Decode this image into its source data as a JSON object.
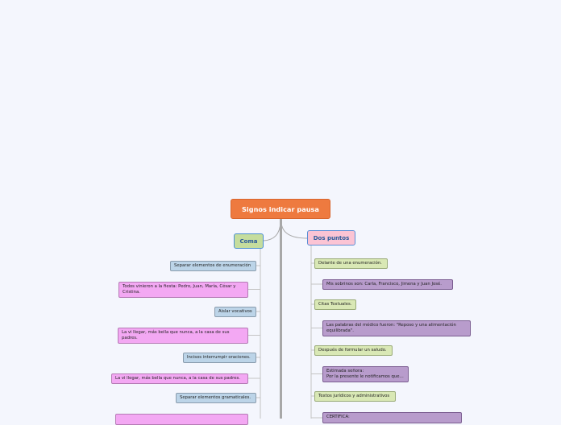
{
  "central": "Signos indicar pausa",
  "branches": {
    "left": "Coma",
    "right": "Dos puntos"
  },
  "left_nodes": [
    {
      "text": "Separar elementos de enumeración",
      "style": "blue"
    },
    {
      "text": "Todos vinieron a la fiesta: Pedro, Juan, María, César y Cristina.",
      "style": "pink"
    },
    {
      "text": "Aislar vocativos",
      "style": "blue"
    },
    {
      "text": "La vi llegar, más bella que nunca, a la casa de sus padres.",
      "style": "pink"
    },
    {
      "text": "Incisos interrumpir oraciones.",
      "style": "blue"
    },
    {
      "text": "La vi llegar, más bella que nunca, a la casa de sus padres.",
      "style": "pink"
    },
    {
      "text": "Separar elementos gramaticales.",
      "style": "blue"
    },
    {
      "text": "",
      "style": "pink"
    }
  ],
  "right_nodes": [
    {
      "text": "Delante de una enumeración.",
      "style": "green"
    },
    {
      "text": "Mis sobrinos son: Carla, Francisco, Jimena y Juan José.",
      "style": "purple"
    },
    {
      "text": "Citas Textuales.",
      "style": "green"
    },
    {
      "text": "Las palabras del médico fueron: \"Reposo y una alimentación equilibrada\".",
      "style": "purple"
    },
    {
      "text": "Después de formular un saludo.",
      "style": "green"
    },
    {
      "text": "Estimada señora:\nPor la presente le notificamos que…",
      "style": "purple"
    },
    {
      "text": "Textos jurídicos y administrativos",
      "style": "green"
    },
    {
      "text": "CERTIFICA:",
      "style": "purple"
    }
  ],
  "colors": {
    "background": "#f4f6fd",
    "central": "#ee7a3f",
    "connector": "#a8a8a8"
  }
}
